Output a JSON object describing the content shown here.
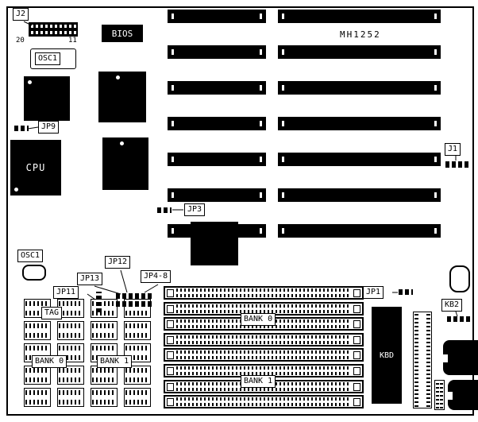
{
  "board_model": "MH1252",
  "labels": {
    "j2": "J2",
    "j2_pin_left": "20",
    "j2_pin_right": "11",
    "bios": "BIOS",
    "osc1_top": "OSC1",
    "jp9": "JP9",
    "cpu": "CPU",
    "j1": "J1",
    "jp3": "JP3",
    "osc1_bottom": "OSC1",
    "jp12": "JP12",
    "jp13": "JP13",
    "jp4_8": "JP4-8",
    "jp11": "JP11",
    "tag": "TAG",
    "bank0_left": "BANK 0",
    "bank1_left": "BANK 1",
    "bank0_center": "BANK 0",
    "bank1_center": "BANK 1",
    "jp1": "JP1",
    "kbd": "KBD",
    "kb2": "KB2"
  },
  "counts": {
    "isa_slot_rows": 7,
    "simm_sockets": 8,
    "dram_columns": 4,
    "dram_rows": 5
  },
  "colors": {
    "component": "#000000",
    "background": "#ffffff"
  }
}
